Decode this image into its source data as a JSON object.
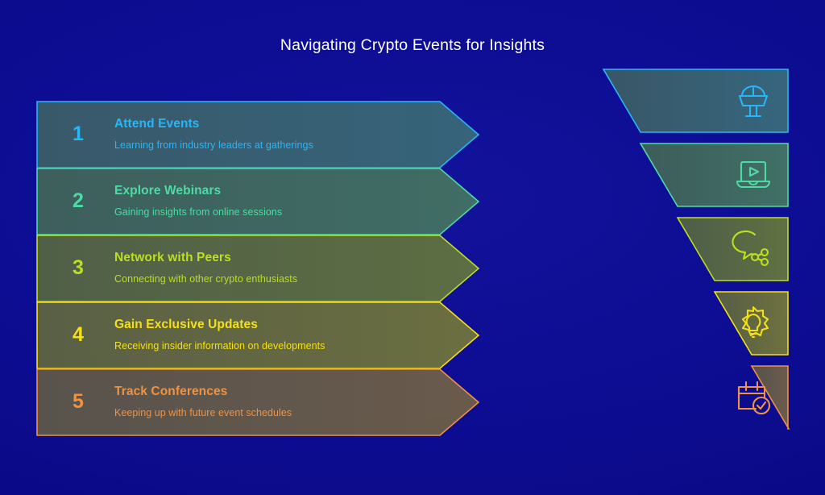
{
  "header": {
    "title": "Navigating Crypto Events for Insights"
  },
  "theme": {
    "background": "#0d0d93",
    "title_color": "#ffffff",
    "band_fill": "#3c4a4a"
  },
  "steps": [
    {
      "number": "1",
      "title": "Attend Events",
      "description": "Learning from industry leaders at gatherings",
      "color": "#29b6f6",
      "icon": "podium-icon"
    },
    {
      "number": "2",
      "title": "Explore Webinars",
      "description": "Gaining insights from online sessions",
      "color": "#4ddba4",
      "icon": "laptop-play-icon"
    },
    {
      "number": "3",
      "title": "Network with Peers",
      "description": "Connecting with other crypto enthusiasts",
      "color": "#bede20",
      "icon": "speech-network-icon"
    },
    {
      "number": "4",
      "title": "Gain Exclusive Updates",
      "description": "Receiving insider information on developments",
      "color": "#f5e014",
      "icon": "gear-bulb-icon"
    },
    {
      "number": "5",
      "title": "Track Conferences",
      "description": "Keeping up with future event schedules",
      "color": "#ef9243",
      "icon": "calendar-check-icon"
    }
  ]
}
